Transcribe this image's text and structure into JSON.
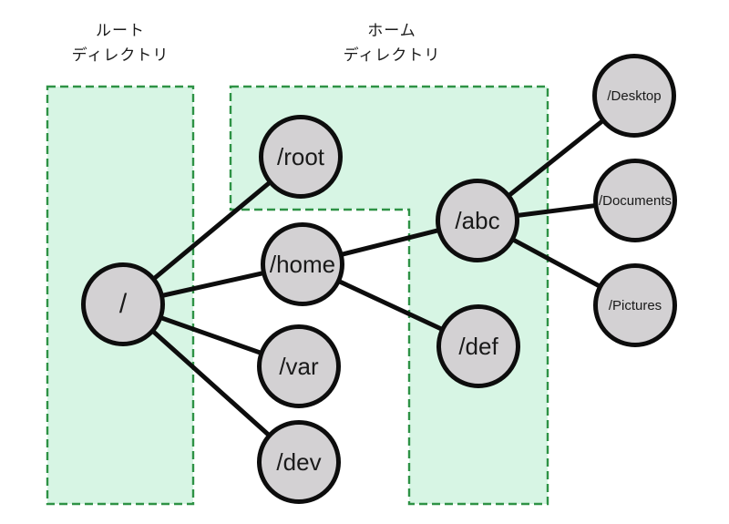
{
  "diagram": {
    "title_implicit": "Linux filesystem directory tree",
    "labels": {
      "root_directory": {
        "line1": "ルート",
        "line2": "ディレクトリ"
      },
      "home_directory": {
        "line1": "ホーム",
        "line2": "ディレクトリ"
      }
    },
    "nodes": [
      {
        "id": "root",
        "label": "/"
      },
      {
        "id": "slashroot",
        "label": "/root"
      },
      {
        "id": "home",
        "label": "/home"
      },
      {
        "id": "var",
        "label": "/var"
      },
      {
        "id": "dev",
        "label": "/dev"
      },
      {
        "id": "abc",
        "label": "/abc"
      },
      {
        "id": "def",
        "label": "/def"
      },
      {
        "id": "desktop",
        "label": "/Desktop"
      },
      {
        "id": "documents",
        "label": "/Documents"
      },
      {
        "id": "pictures",
        "label": "/Pictures"
      }
    ],
    "edges": [
      {
        "from": "/",
        "to": "/root"
      },
      {
        "from": "/",
        "to": "/home"
      },
      {
        "from": "/",
        "to": "/var"
      },
      {
        "from": "/",
        "to": "/dev"
      },
      {
        "from": "/home",
        "to": "/abc"
      },
      {
        "from": "/home",
        "to": "/def"
      },
      {
        "from": "/abc",
        "to": "/Desktop"
      },
      {
        "from": "/abc",
        "to": "/Documents"
      },
      {
        "from": "/abc",
        "to": "/Pictures"
      }
    ],
    "colors": {
      "region_fill": "#d7f5e4",
      "region_border": "#2e9245",
      "node_fill": "#d3d1d3",
      "node_border": "#0d0d0d",
      "edge": "#0d0d0d",
      "text": "#1a1a1a"
    }
  }
}
